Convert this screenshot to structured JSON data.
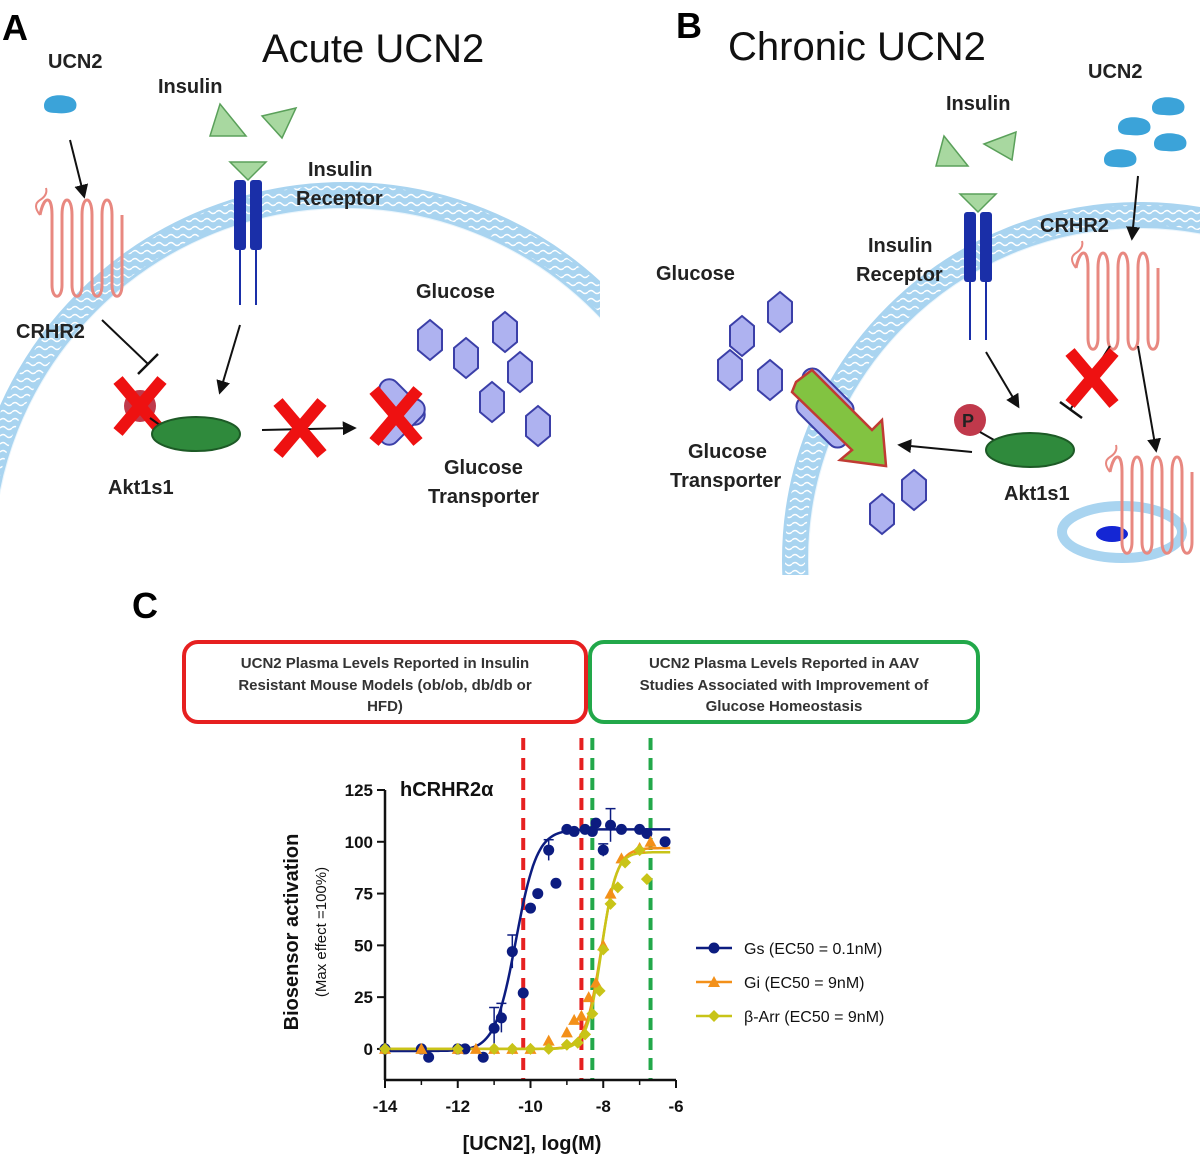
{
  "panel_a": {
    "letter": "A",
    "title": "Acute UCN2",
    "labels": {
      "ucn2": "UCN2",
      "insulin": "Insulin",
      "insulin_receptor_1": "Insulin",
      "insulin_receptor_2": "Receptor",
      "crhr2": "CRHR2",
      "akt": "Akt1s1",
      "glucose": "Glucose",
      "transporter_1": "Glucose",
      "transporter_2": "Transporter"
    }
  },
  "panel_b": {
    "letter": "B",
    "title": "Chronic UCN2",
    "labels": {
      "ucn2": "UCN2",
      "insulin": "Insulin",
      "insulin_receptor_1": "Insulin",
      "insulin_receptor_2": "Receptor",
      "crhr2": "CRHR2",
      "akt": "Akt1s1",
      "phospho": "P",
      "glucose": "Glucose",
      "transporter_1": "Glucose",
      "transporter_2": "Transporter"
    }
  },
  "panel_c": {
    "letter": "C",
    "red_box": [
      "UCN2 Plasma Levels Reported in Insulin",
      "Resistant Mouse Models (ob/ob, db/db or",
      "HFD)"
    ],
    "green_box": [
      "UCN2 Plasma Levels Reported in AAV",
      "Studies Associated with Improvement of",
      "Glucose Homeostasis"
    ]
  },
  "colors": {
    "membrane": "#a9d4f0",
    "ucn2": "#3ba3d9",
    "insulin": "#a8d8a0",
    "receptor": "#1a2fa8",
    "crhr2": "#e88880",
    "akt": "#2f8a3c",
    "glucose": "#aeb2f0",
    "block_x": "#ee1111",
    "gs": "#0c1c80",
    "gi": "#f39019",
    "barr": "#c8c418",
    "red_box": "#e62020",
    "green_box": "#22a84a"
  },
  "chart_data": {
    "type": "scatter",
    "title": "hCRHR2α",
    "xlabel": "[UCN2], log(M)",
    "ylabel": "Biosensor activation",
    "ylabel_sub": "(Max effect =100%)",
    "xlim": [
      -14,
      -6
    ],
    "ylim": [
      -15,
      125
    ],
    "xticks": [
      -14,
      -12,
      -10,
      -8,
      -6
    ],
    "yticks": [
      0,
      25,
      50,
      75,
      100,
      125
    ],
    "vlines_red": [
      -10.2,
      -8.6
    ],
    "vlines_green": [
      -8.3,
      -6.7
    ],
    "series": [
      {
        "name": "Gs (EC50 = 0.1nM)",
        "marker": "circle",
        "fit": {
          "bottom": -1,
          "top": 106,
          "logec50": -10.4,
          "hill": 1.5
        },
        "x": [
          -14,
          -13,
          -12.8,
          -12,
          -11.8,
          -11.3,
          -11,
          -10.8,
          -10.5,
          -10.2,
          -10,
          -9.8,
          -9.5,
          -9.3,
          -9,
          -8.8,
          -8.5,
          -8.3,
          -8.2,
          -8,
          -7.8,
          -7.5,
          -7,
          -6.8,
          -6.3
        ],
        "y": [
          0,
          0,
          -4,
          0,
          0,
          -4,
          10,
          15,
          47,
          27,
          68,
          75,
          96,
          80,
          106,
          105,
          106,
          105,
          109,
          96,
          108,
          106,
          106,
          104,
          100
        ],
        "err": [
          0,
          0,
          0,
          0,
          0,
          0,
          10,
          7,
          8,
          0,
          0,
          0,
          5,
          0,
          0,
          0,
          0,
          0,
          0,
          3,
          8,
          0,
          0,
          0,
          0
        ]
      },
      {
        "name": "Gi (EC50 = 9nM)",
        "marker": "triangle",
        "fit": {
          "bottom": 0,
          "top": 97,
          "logec50": -8.05,
          "hill": 2.0
        },
        "x": [
          -14,
          -13,
          -12,
          -11.5,
          -11,
          -10.5,
          -10,
          -9.5,
          -9,
          -8.8,
          -8.6,
          -8.4,
          -8.2,
          -8,
          -7.8,
          -7.5,
          -7,
          -6.7
        ],
        "y": [
          0,
          0,
          0,
          0,
          0,
          0,
          0,
          4,
          8,
          14,
          16,
          25,
          32,
          50,
          75,
          92,
          97,
          100
        ],
        "err": [
          0,
          0,
          0,
          0,
          0,
          0,
          0,
          0,
          0,
          0,
          0,
          0,
          0,
          0,
          0,
          0,
          0,
          0
        ]
      },
      {
        "name": "β-Arr (EC50 = 9nM)",
        "marker": "diamond",
        "fit": {
          "bottom": 0,
          "top": 95,
          "logec50": -8.05,
          "hill": 2.2
        },
        "x": [
          -14,
          -12,
          -11,
          -10.5,
          -10,
          -9.5,
          -9,
          -8.7,
          -8.5,
          -8.3,
          -8.1,
          -8,
          -7.8,
          -7.6,
          -7.4,
          -7,
          -6.8
        ],
        "y": [
          0,
          0,
          0,
          0,
          0,
          0,
          2,
          3,
          7,
          17,
          28,
          48,
          70,
          78,
          90,
          96,
          82
        ],
        "err": [
          0,
          0,
          0,
          0,
          0,
          0,
          0,
          0,
          0,
          0,
          0,
          0,
          0,
          0,
          0,
          0,
          0
        ]
      }
    ]
  }
}
